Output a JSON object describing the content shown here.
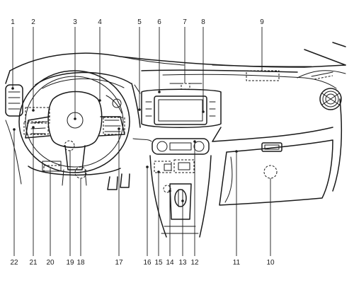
{
  "diagram": {
    "top_labels": [
      "1",
      "2",
      "3",
      "4",
      "5",
      "6",
      "7",
      "8",
      "9"
    ],
    "bottom_labels": [
      "22",
      "21",
      "20",
      "19",
      "18",
      "17",
      "16",
      "15",
      "14",
      "13",
      "12",
      "11",
      "10"
    ]
  }
}
